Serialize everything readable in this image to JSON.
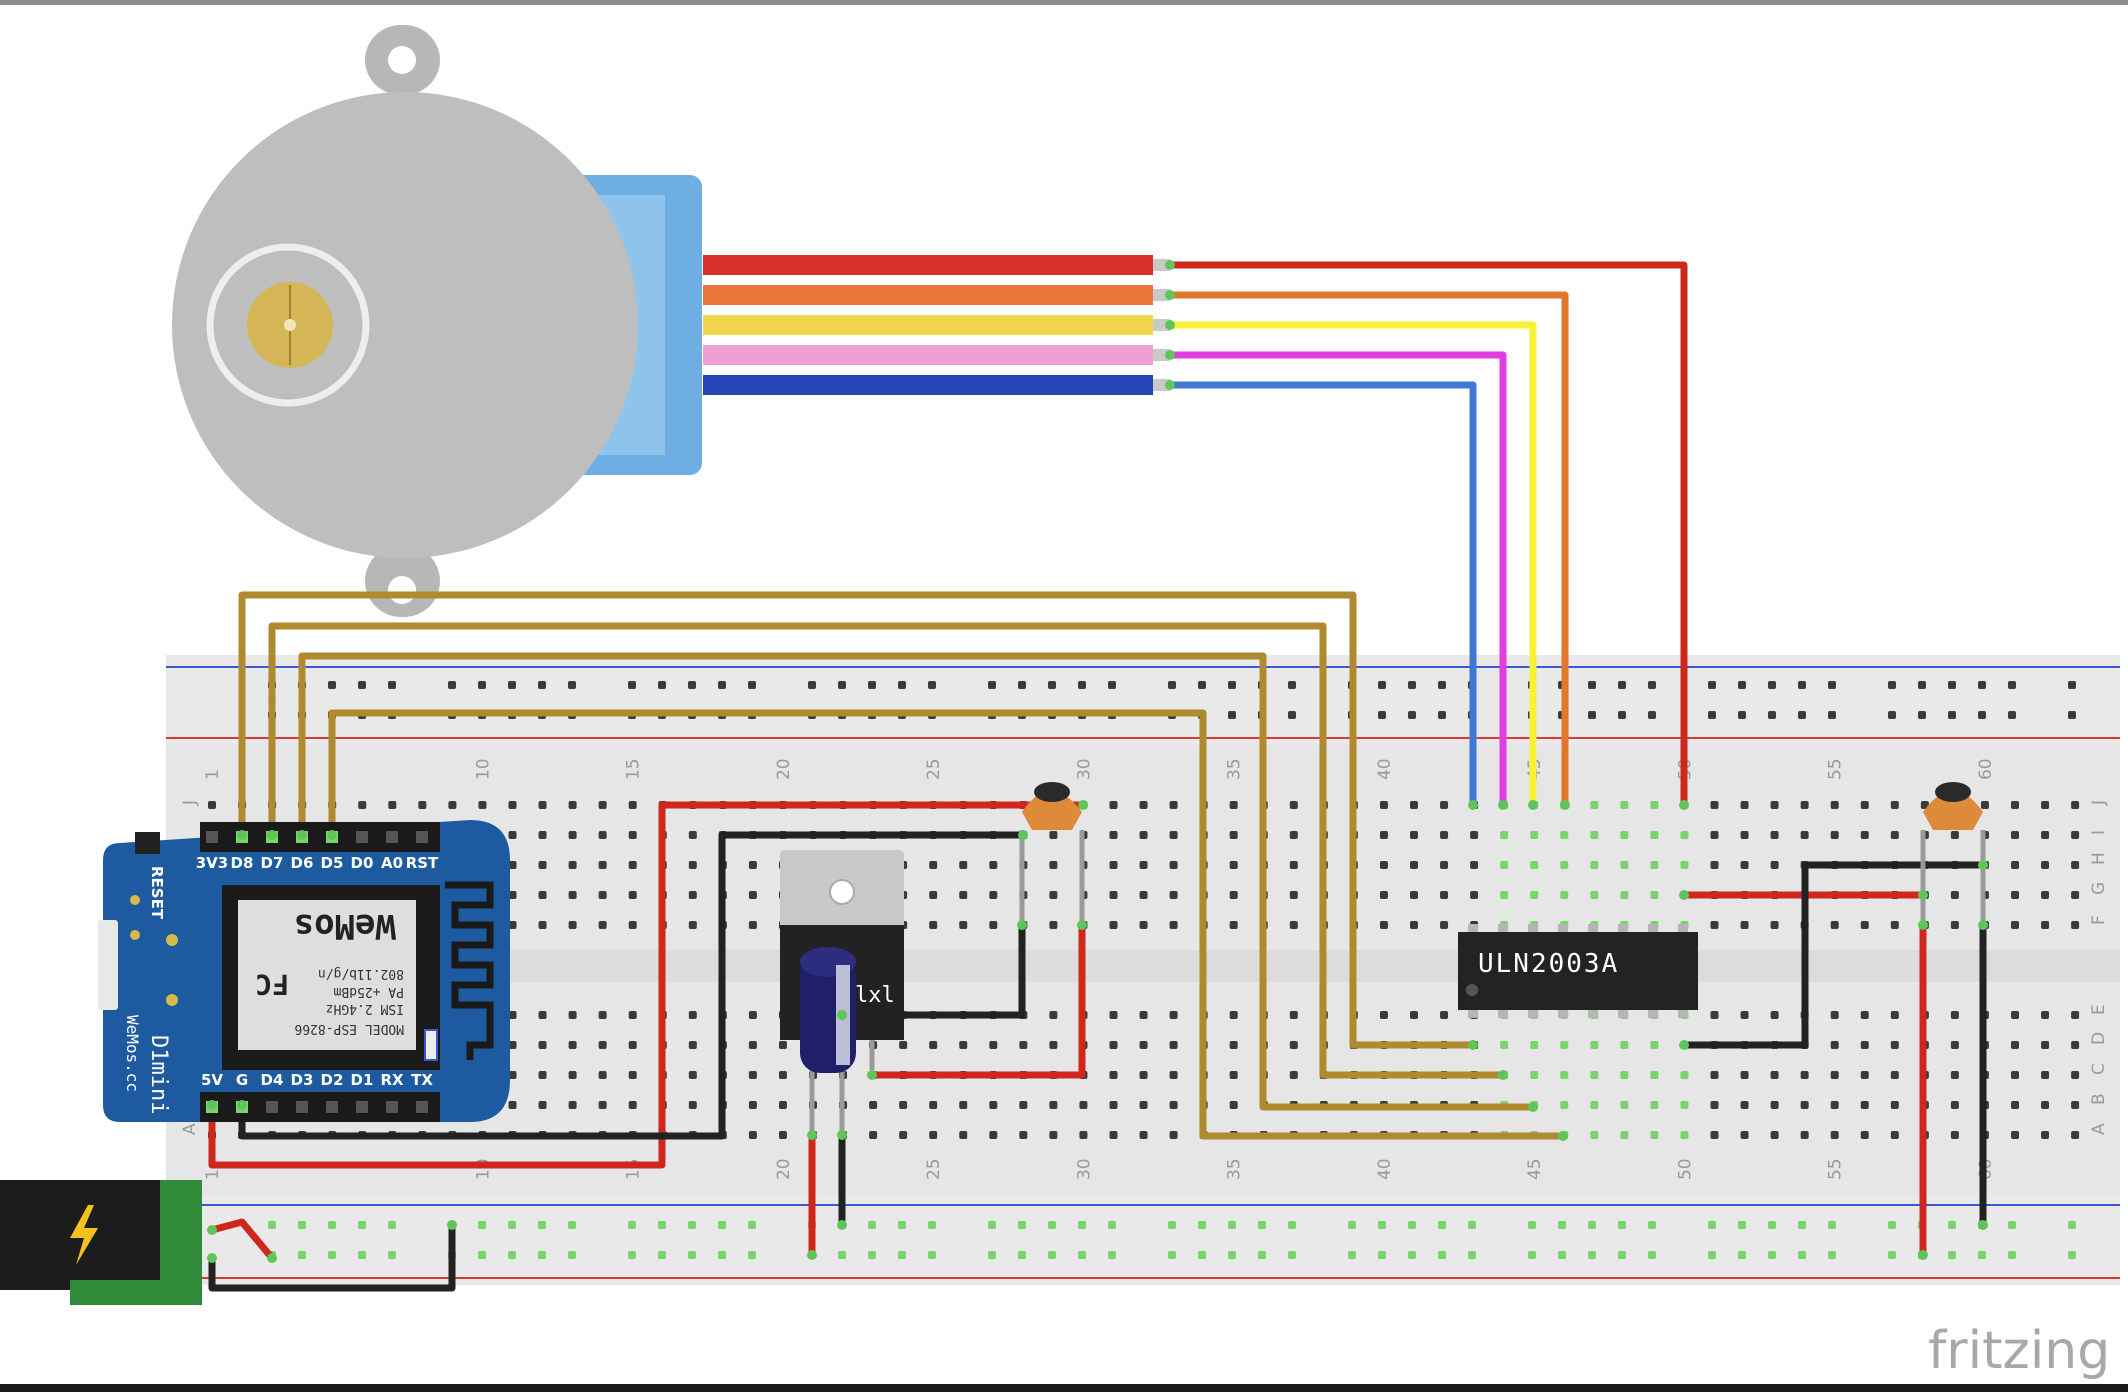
{
  "motor_cable_colors": [
    "#d8312a",
    "#e9753a",
    "#f0d64f",
    "#eea0d6",
    "#2746b8"
  ],
  "jumper_colors": {
    "red": "#d0271d",
    "orange": "#e3762d",
    "yellow": "#f6f235",
    "magenta": "#e33ce0",
    "blue": "#3f79d4",
    "brown": "#b08a2e",
    "black": "#222222"
  },
  "breadboard": {
    "column_ticks": [
      "1",
      "10",
      "15",
      "20",
      "25",
      "30",
      "35",
      "40",
      "45",
      "50",
      "55",
      "60"
    ],
    "row_letters_top": [
      "J",
      "I",
      "H",
      "G",
      "F"
    ],
    "row_letters_bottom": [
      "E",
      "D",
      "C",
      "B",
      "A"
    ],
    "left_letter_top": "J",
    "left_letter_bottom": "A"
  },
  "wemos": {
    "reset_label": "RESET",
    "top_pins": [
      "3V3",
      "D8",
      "D7",
      "D6",
      "D5",
      "D0",
      "A0",
      "RST"
    ],
    "bottom_pins": [
      "5V",
      "G",
      "D4",
      "D3",
      "D2",
      "D1",
      "RX",
      "TX"
    ],
    "model_text": "MODEL  ESP-8266",
    "ism_text": "ISM 2.4GHz",
    "pa_text": "PA +25dBm",
    "wifi_text": "802.11b/g/n",
    "brand_text": "WeMos",
    "fc_text": "FC",
    "board_name": "D1mini",
    "website": "WeMos.cc"
  },
  "chip": {
    "label": "ULN2003A"
  },
  "regulator_label": "lxl",
  "power_icon": "lightning-bolt-icon",
  "watermark": "fritzing"
}
